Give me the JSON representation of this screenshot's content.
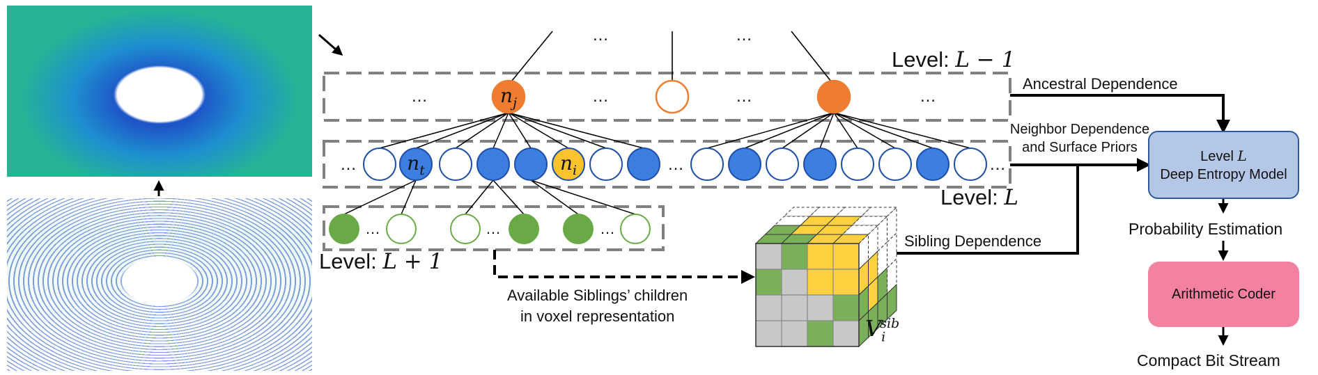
{
  "images": {
    "top_scan": "octree-voxelized-lidar-scan",
    "bottom_scan": "lidar-point-cloud-scan"
  },
  "levels": {
    "upper": {
      "prefix": "Level: ",
      "math": "L − 1"
    },
    "current": {
      "prefix": "Level: ",
      "math": "L"
    },
    "lower": {
      "prefix": "Level: ",
      "math": "L + 1"
    }
  },
  "node_labels": {
    "nj": {
      "base": "n",
      "sub": "j"
    },
    "nt": {
      "base": "n",
      "sub": "t"
    },
    "ni": {
      "base": "n",
      "sub": "i"
    }
  },
  "ellipsis": "…",
  "edges": {
    "ancestral": "Ancestral Dependence",
    "neighbor_line1": "Neighbor Dependence",
    "neighbor_line2": "and Surface Priors",
    "sibling": "Sibling Dependence",
    "available_line1": "Available Siblings’ children",
    "available_line2": "in voxel representation"
  },
  "voxel_label": {
    "base": "V",
    "sub": "i",
    "sup": "sib"
  },
  "pipeline": {
    "entropy_line1_prefix": "Level ",
    "entropy_line1_math": "L",
    "entropy_line2": "Deep Entropy Model",
    "probability": "Probability Estimation",
    "coder": "Arithmetic Coder",
    "output": "Compact Bit Stream"
  },
  "colors": {
    "orange": "#ee7d31",
    "blue": "#3d7fe0",
    "yellow": "#fcc32c",
    "green": "#6aaa46",
    "dash": "#7f7f7f",
    "entropy_fill": "#b4c7e7",
    "coder_fill": "#f4819f",
    "voxel_gray": "#c8c8c8",
    "voxel_green": "#7bb05a",
    "voxel_yellow": "#fcd13f"
  },
  "tree": {
    "upper_nodes": [
      "filled-orange",
      "hollow-orange",
      "filled-orange"
    ],
    "middle_nodes": [
      "hollow",
      "filled",
      "hollow",
      "filled",
      "filled",
      "yellow",
      "hollow",
      "filled",
      "hollow",
      "filled",
      "hollow",
      "filled",
      "hollow",
      "hollow",
      "filled",
      "hollow"
    ],
    "lower_nodes": [
      "filled",
      "hollow",
      "hollow",
      "filled",
      "filled",
      "hollow"
    ]
  }
}
